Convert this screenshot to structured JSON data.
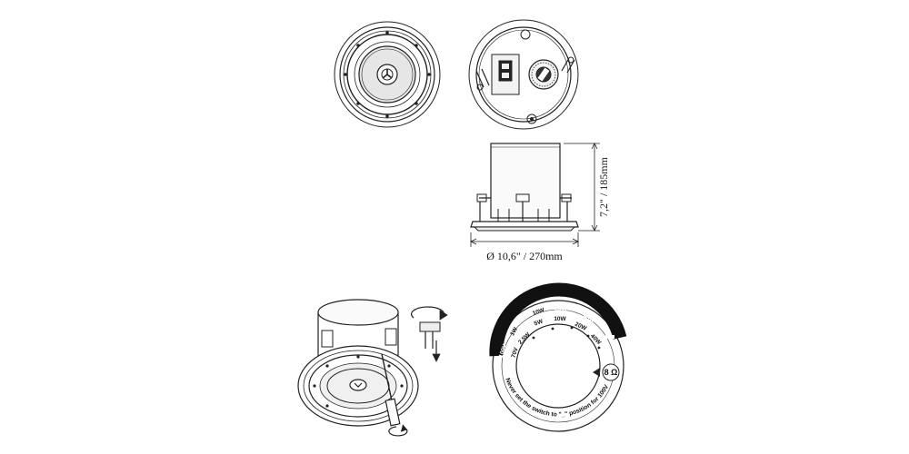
{
  "dimensions": {
    "height_label": "7,2\" / 185mm",
    "diameter_label": "Ø 10,6\" / 270mm"
  },
  "tap_dial": {
    "voltage_100v": "100V",
    "voltage_70v": "70V",
    "outer_taps": [
      "1W",
      "10W",
      "20W",
      "40W"
    ],
    "inner_taps": [
      "2,5W",
      "5W",
      "10W",
      "20W",
      "40W"
    ],
    "impedance": "8 Ω",
    "warning": "Never set the switch to \"_\" position for 100V"
  }
}
